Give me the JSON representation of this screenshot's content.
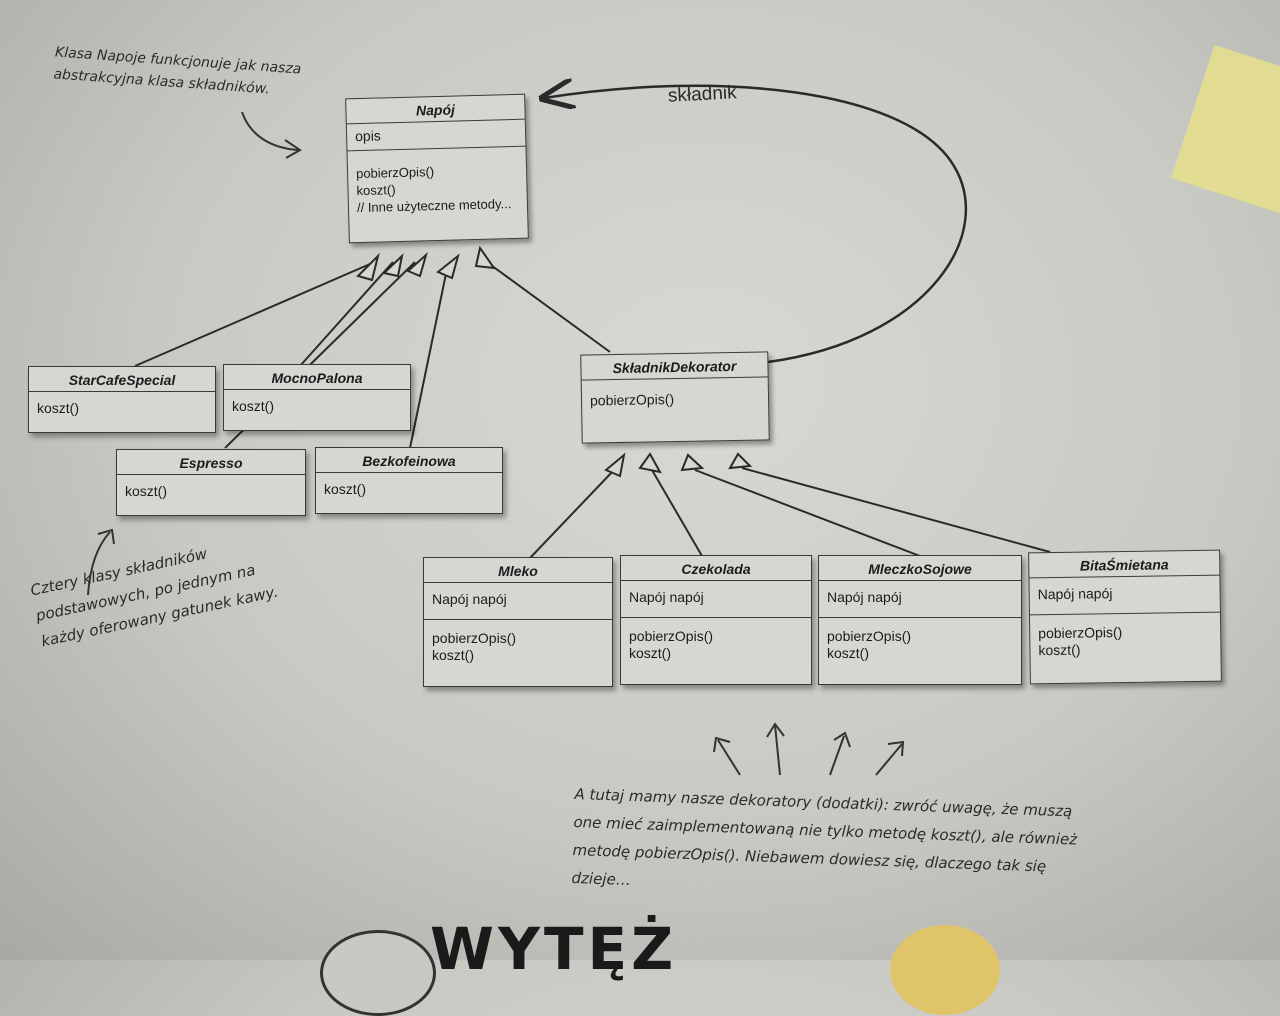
{
  "classes": {
    "napoj": {
      "name": "Napój",
      "fields": [
        "opis"
      ],
      "methods": [
        "pobierzOpis()",
        "koszt()",
        "// Inne użyteczne metody..."
      ]
    },
    "starcafe": {
      "name": "StarCafeSpecial",
      "methods": [
        "koszt()"
      ]
    },
    "mocnopalona": {
      "name": "MocnoPalona",
      "methods": [
        "koszt()"
      ]
    },
    "espresso": {
      "name": "Espresso",
      "methods": [
        "koszt()"
      ]
    },
    "bezkofeinowa": {
      "name": "Bezkofeinowa",
      "methods": [
        "koszt()"
      ]
    },
    "dekorator": {
      "name": "SkładnikDekorator",
      "methods": [
        "pobierzOpis()"
      ]
    },
    "mleko": {
      "name": "Mleko",
      "fields": [
        "Napój napój"
      ],
      "methods": [
        "pobierzOpis()",
        "koszt()"
      ]
    },
    "czekolada": {
      "name": "Czekolada",
      "fields": [
        "Napój napój"
      ],
      "methods": [
        "pobierzOpis()",
        "koszt()"
      ]
    },
    "mleczkosojowe": {
      "name": "MleczkoSojowe",
      "fields": [
        "Napój napój"
      ],
      "methods": [
        "pobierzOpis()",
        "koszt()"
      ]
    },
    "bitasmietana": {
      "name": "BitaŚmietana",
      "fields": [
        "Napój napój"
      ],
      "methods": [
        "pobierzOpis()",
        "koszt()"
      ]
    }
  },
  "relation_label": "składnik",
  "annotations": {
    "top_left": [
      "Klasa Napoje funkcjonuje jak nasza",
      "abstrakcyjna klasa składników."
    ],
    "bottom_left": [
      "Cztery klasy składników",
      "podstawowych, po jednym na",
      "każdy oferowany gatunek kawy."
    ],
    "bottom_right": [
      "A tutaj mamy nasze dekoratory (dodatki): zwróć uwagę, że muszą",
      "one mieć zaimplementowaną nie tylko metodę koszt(), ale również",
      "metodę pobierzOpis(). Niebawem dowiesz się, dlaczego tak się",
      "dzieje…"
    ]
  },
  "footer_word": "WYTĘŻ"
}
